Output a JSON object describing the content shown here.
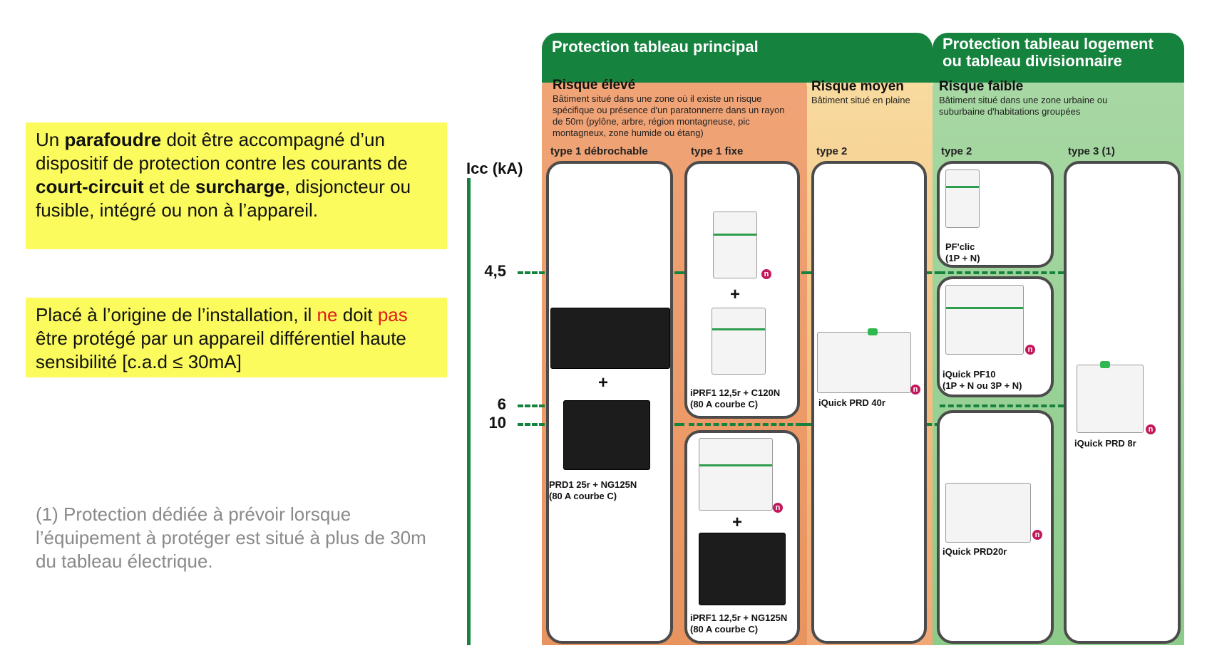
{
  "left_notes": {
    "note1": {
      "p1": "Un ",
      "b1": "parafoudre",
      "p2": " doit être accompagné d’un dispositif de protection contre les courants de ",
      "b2": "court-circuit",
      "p3": " et de ",
      "b3": "surcharge",
      "p4": ", disjoncteur ou fusible, intégré ou non à l’appareil."
    },
    "note2": {
      "p1": "Placé à l’origine de l’installation, il ",
      "r1": "ne",
      "p2": " doit ",
      "r2": "pas",
      "p3": " être protégé par un appareil différentiel haute sensibilité [c.a.d ≤ 30mA]"
    },
    "footnote": "(1) Protection dédiée à prévoir lorsque l’équipement à protéger est situé à plus de 30m du tableau électrique."
  },
  "headers": {
    "main": "Protection tableau principal",
    "logement": "Protection tableau logement ou tableau divisionnaire"
  },
  "risks": {
    "high": {
      "title": "Risque élevé",
      "desc": "Bâtiment situé dans une zone où il existe un risque spécifique ou présence d'un paratonnerre dans un rayon de 50m (pylône, arbre, région montagneuse, pic montagneux, zone humide ou étang)"
    },
    "medium": {
      "title": "Risque moyen",
      "desc": "Bâtiment situé en plaine"
    },
    "low": {
      "title": "Risque faible",
      "desc": "Bâtiment situé dans une zone urbaine ou suburbaine d'habitations groupées"
    }
  },
  "types": {
    "t1_debro": "type 1 débrochable",
    "t1_fixe": "type 1 fixe",
    "t2_mid": "type 2",
    "t2_low": "type 2",
    "t3": "type 3 (1)"
  },
  "axis": {
    "title": "Icc (kA)",
    "ticks": [
      "4,5",
      "6",
      "10"
    ]
  },
  "products": {
    "prd1": {
      "l1": "PRD1 25r + NG125N",
      "l2": "(80 A courbe C)"
    },
    "iprf1_c120": {
      "l1": "iPRF1 12,5r + C120N",
      "l2": "(80 A courbe C)"
    },
    "iprf1_ng125": {
      "l1": "iPRF1 12,5r + NG125N",
      "l2": "(80 A courbe C)"
    },
    "iquick40": {
      "l1": "iQuick PRD 40r"
    },
    "pfclic": {
      "l1": "PF'clic",
      "l2": "(1P + N)"
    },
    "pf10": {
      "l1": "iQuick PF10",
      "l2": "(1P + N ou 3P + N)"
    },
    "iquick20": {
      "l1": "iQuick PRD20r"
    },
    "iquick8": {
      "l1": "iQuick PRD 8r"
    }
  },
  "symbols": {
    "plus": "+",
    "n_icon": "n"
  },
  "colors": {
    "note_bg": "#fbfb5e",
    "header_green": "#15823e",
    "risk_high": "#ec9a68",
    "risk_medium": "#f8dca0",
    "risk_low": "#8ccb8a",
    "n_icon": "#c2185b",
    "red_text": "#e01b1b"
  }
}
